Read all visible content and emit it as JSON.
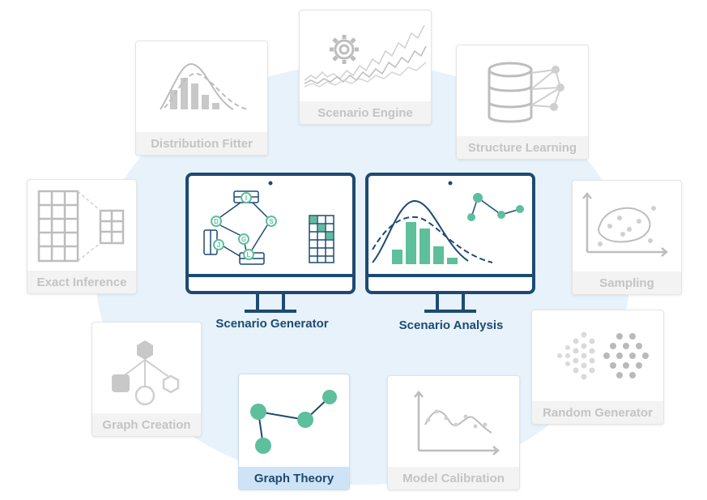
{
  "monitors": [
    {
      "id": "generator",
      "label": "Scenario Generator",
      "graph_nodes": [
        "I",
        "D",
        "S",
        "G",
        "J",
        "L"
      ]
    },
    {
      "id": "analysis",
      "label": "Scenario Analysis"
    }
  ],
  "cards": [
    {
      "id": "distribution-fitter",
      "label": "Distribution Fitter",
      "active": false
    },
    {
      "id": "scenario-engine",
      "label": "Scenario Engine",
      "active": false
    },
    {
      "id": "structure-learning",
      "label": "Structure Learning",
      "active": false
    },
    {
      "id": "exact-inference",
      "label": "Exact Inference",
      "active": false
    },
    {
      "id": "sampling",
      "label": "Sampling",
      "active": false
    },
    {
      "id": "graph-creation",
      "label": "Graph Creation",
      "active": false
    },
    {
      "id": "random-generator",
      "label": "Random Generator",
      "active": false
    },
    {
      "id": "graph-theory",
      "label": "Graph Theory",
      "active": true
    },
    {
      "id": "model-calibration",
      "label": "Model Calibration",
      "active": false
    }
  ],
  "colors": {
    "navy": "#1d4a72",
    "teal": "#5dbf9c",
    "muted": "#c4c4c4",
    "background_blob": "#e7f2fb",
    "active_label_bg": "#cfe3f6"
  }
}
